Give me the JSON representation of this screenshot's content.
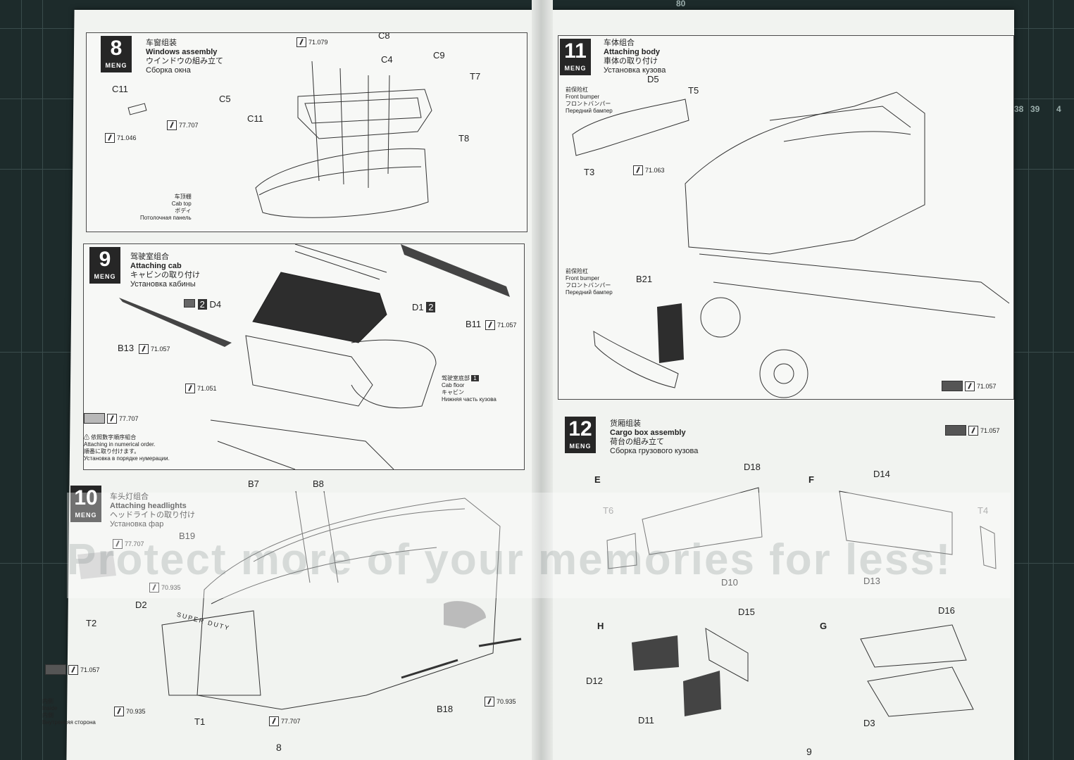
{
  "mat": {
    "ruler_numbers": [
      "80",
      "38",
      "39",
      "4"
    ]
  },
  "left_page": {
    "page_number": "8",
    "step8": {
      "number": "8",
      "brand": "MENG",
      "title_cn": "车窗组装",
      "title_en": "Windows assembly",
      "title_jp": "ウインドウの組み立て",
      "title_ru": "Сборка окна",
      "parts": [
        "C8",
        "C4",
        "C9",
        "C5",
        "C11",
        "T7",
        "T8",
        "C11"
      ],
      "paint_codes": [
        "71.079",
        "77.707",
        "71.046"
      ],
      "cab_label": {
        "cn": "车顶棚",
        "en": "Cab top",
        "jp": "ボディ",
        "ru": "Потолочная панель"
      }
    },
    "step9": {
      "number": "9",
      "brand": "MENG",
      "title_cn": "驾驶室组合",
      "title_en": "Attaching cab",
      "title_jp": "キャビンの取り付け",
      "title_ru": "Установка кабины",
      "parts": {
        "d4": "D4",
        "d1": "D1",
        "b11": "B11",
        "b13": "B13"
      },
      "step_marks": {
        "d4": "2",
        "d1": "2",
        "floor": "1"
      },
      "paint_codes": {
        "b11": "71.057",
        "b13": "71.057",
        "bottom": "71.051",
        "swatch": "77.707"
      },
      "floor_label": {
        "cn": "驾驶室底部",
        "en": "Cab floor",
        "jp": "キャビン",
        "ru": "Нижняя часть кузова"
      },
      "note": {
        "cn": "依照數字順序組合",
        "en": "Attaching in numerical order.",
        "jp": "順番に取り付けます。",
        "ru": "Установка в порядке нумерации."
      }
    },
    "step10": {
      "number": "10",
      "brand": "MENG",
      "title_cn": "车头灯组合",
      "title_en": "Attaching headlights",
      "title_jp": "ヘッドライトの取り付け",
      "title_ru": "Установка фар",
      "parts": {
        "b7": "B7",
        "b8": "B8",
        "b19": "B19",
        "d2": "D2",
        "t2": "T2",
        "t1": "T1",
        "b18": "B18"
      },
      "paint_codes": {
        "p1": "77.707",
        "p2": "70.935",
        "p3": "71.057",
        "p4": "70.935",
        "p5": "77.707",
        "p6": "70.935"
      },
      "inside_label": {
        "cn": "内侧",
        "en": "Inside",
        "jp": "内側",
        "ru": "Внутренняя сторона"
      },
      "hood_text": "SUPER DUTY"
    }
  },
  "right_page": {
    "page_number": "9",
    "step11": {
      "number": "11",
      "brand": "MENG",
      "title_cn": "车体组合",
      "title_en": "Attaching body",
      "title_jp": "車体の取り付け",
      "title_ru": "Установка кузова",
      "parts": {
        "d5": "D5",
        "t5": "T5",
        "t3": "T3",
        "b21": "B21"
      },
      "front_bumper_1": {
        "cn": "前保险杠",
        "en": "Front bumper",
        "jp": "フロントバンパー",
        "ru": "Передний бампер"
      },
      "front_bumper_2": {
        "cn": "前保险杠",
        "en": "Front bumper",
        "jp": "フロントバンパー",
        "ru": "Передний бампер"
      },
      "paint_codes": {
        "t3": "71.063",
        "bottom": "71.057"
      }
    },
    "step12": {
      "number": "12",
      "brand": "MENG",
      "title_cn": "货厢组装",
      "title_en": "Cargo box assembly",
      "title_jp": "荷台の組み立て",
      "title_ru": "Сборка грузового кузова",
      "paint_code": "71.057",
      "sections": {
        "e": "E",
        "f": "F",
        "h": "H",
        "g": "G"
      },
      "parts": {
        "d18": "D18",
        "t6": "T6",
        "d10": "D10",
        "d14": "D14",
        "t4": "T4",
        "d13": "D13",
        "d15": "D15",
        "d12": "D12",
        "d11": "D11",
        "d16": "D16",
        "d3": "D3"
      }
    }
  },
  "watermark": "Protect more of your memories for less!"
}
